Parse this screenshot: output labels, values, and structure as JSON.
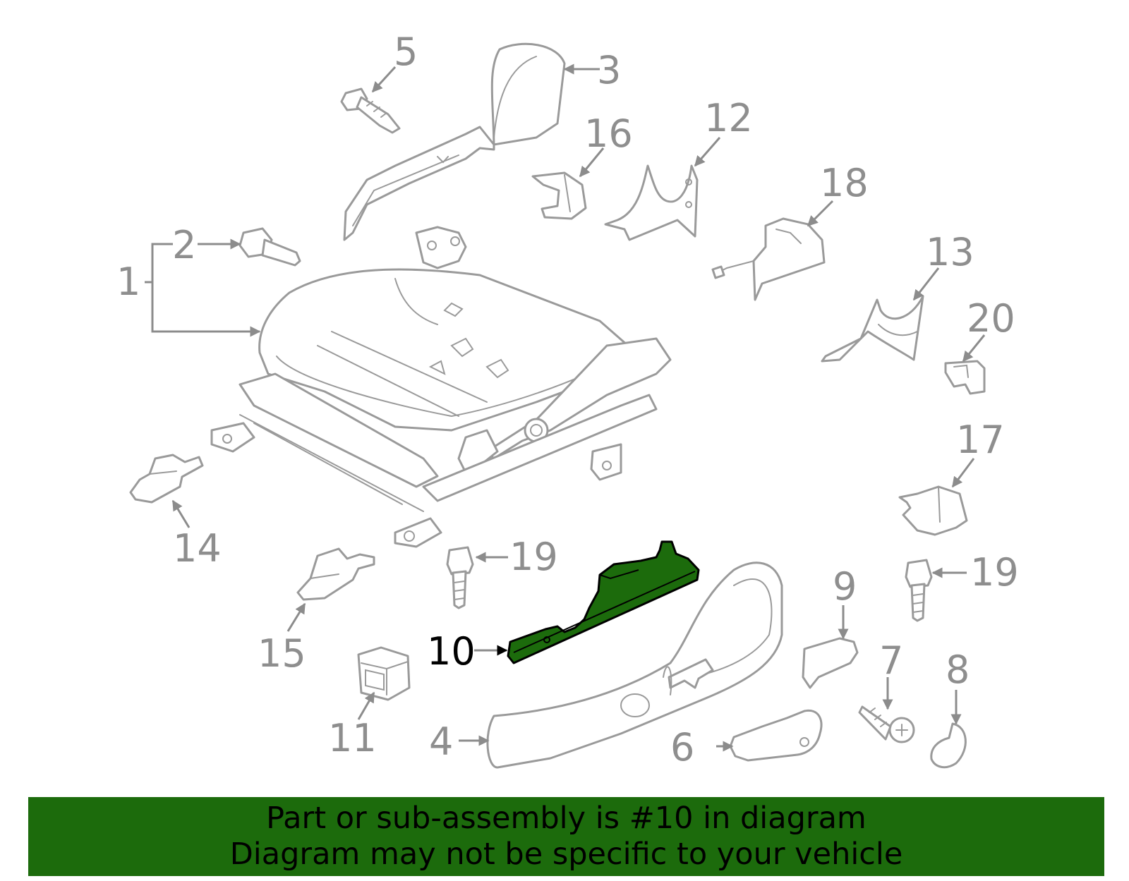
{
  "callouts": {
    "c1": "1",
    "c2": "2",
    "c3": "3",
    "c4": "4",
    "c5": "5",
    "c6": "6",
    "c7": "7",
    "c8": "8",
    "c9": "9",
    "c10": "10",
    "c11": "11",
    "c12": "12",
    "c13": "13",
    "c14": "14",
    "c15": "15",
    "c16": "16",
    "c17": "17",
    "c18": "18",
    "c19a": "19",
    "c19b": "19",
    "c20": "20"
  },
  "highlighted_part": "10",
  "colors": {
    "highlight": "#1c6b0c",
    "line_art": "#9a9a9a",
    "callout_text": "#8e8e8e"
  },
  "banner": {
    "line1": "Part or sub-assembly is #10 in diagram",
    "line2": "Diagram may not be specific to your vehicle"
  }
}
